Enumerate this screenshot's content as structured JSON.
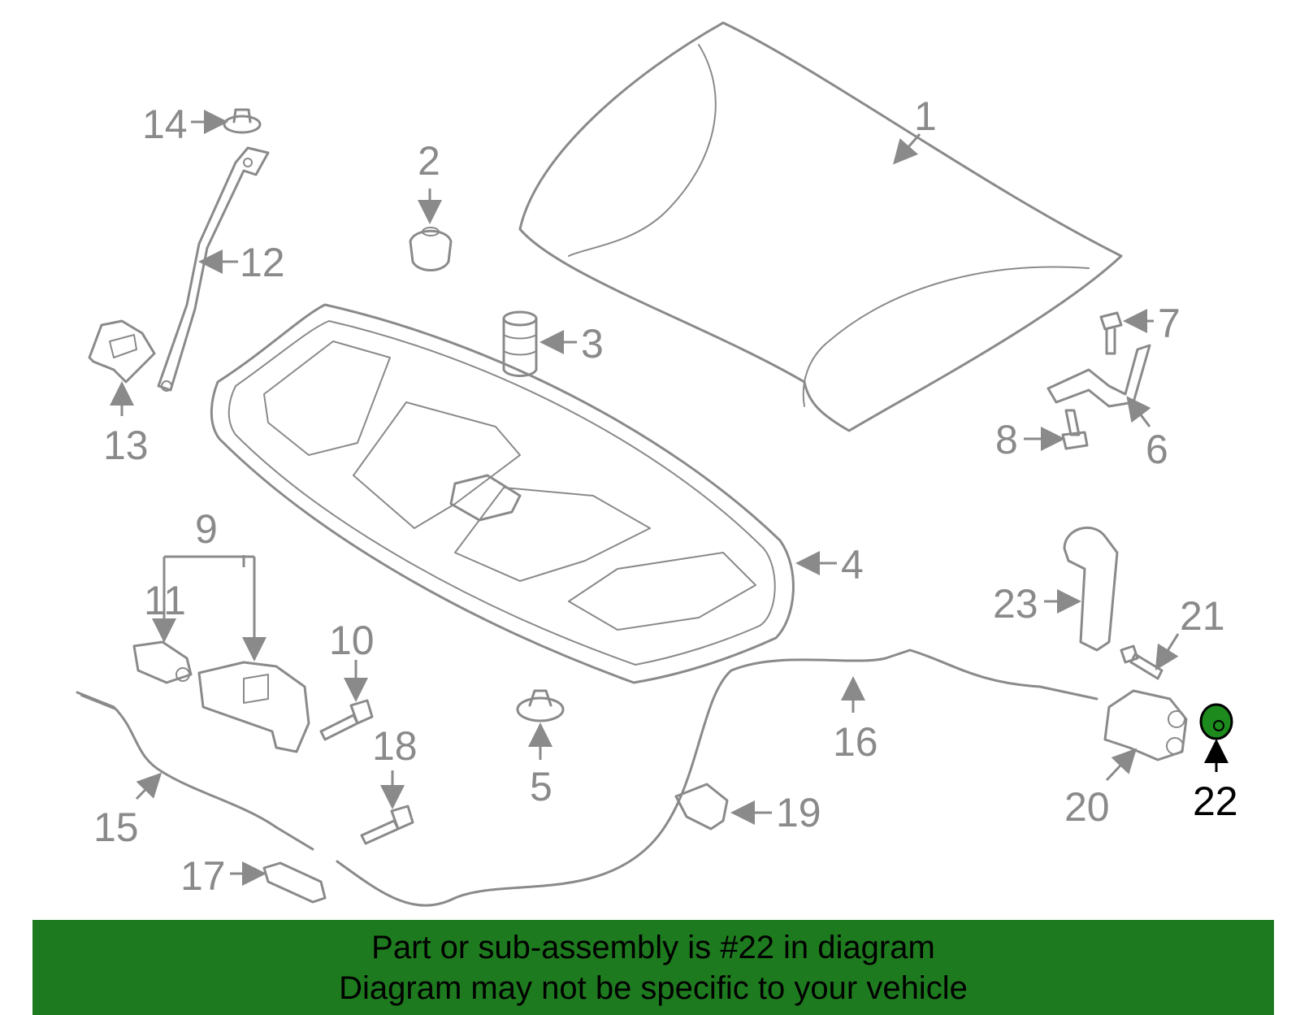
{
  "highlighted_part": "22",
  "callouts": [
    {
      "label": "1"
    },
    {
      "label": "2"
    },
    {
      "label": "3"
    },
    {
      "label": "4"
    },
    {
      "label": "5"
    },
    {
      "label": "6"
    },
    {
      "label": "7"
    },
    {
      "label": "8"
    },
    {
      "label": "9"
    },
    {
      "label": "10"
    },
    {
      "label": "11"
    },
    {
      "label": "12"
    },
    {
      "label": "13"
    },
    {
      "label": "14"
    },
    {
      "label": "15"
    },
    {
      "label": "16"
    },
    {
      "label": "17"
    },
    {
      "label": "18"
    },
    {
      "label": "19"
    },
    {
      "label": "20"
    },
    {
      "label": "21"
    },
    {
      "label": "22"
    },
    {
      "label": "23"
    }
  ],
  "banner": {
    "line1": "Part or sub-assembly is #22 in diagram",
    "line2": "Diagram may not be specific to your vehicle"
  },
  "colors": {
    "part_stroke": "#8a8a8a",
    "highlight_part": "#1c8a1c",
    "banner_bg": "#1e7a1e",
    "banner_text": "#000000"
  }
}
